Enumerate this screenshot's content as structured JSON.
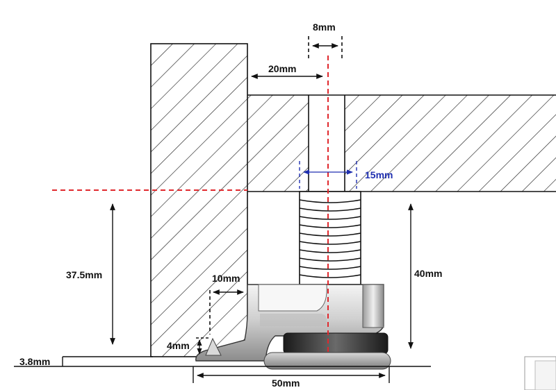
{
  "diagram": {
    "dimensions": {
      "bolt_gap": "8mm",
      "wall_offset": "20mm",
      "bore_width": "15mm",
      "height_left": "37.5mm",
      "clip_depth": "10mm",
      "height_right": "40mm",
      "lip_height": "4mm",
      "floor_gap": "3.8mm",
      "base_width": "50mm"
    },
    "colors": {
      "line": "#111111",
      "centerline": "#e0282d",
      "blue_dim": "#1f2fb0",
      "hatch": "#222222",
      "metal_light": "#e6e6e6",
      "metal_dark": "#3a3a3a"
    }
  }
}
